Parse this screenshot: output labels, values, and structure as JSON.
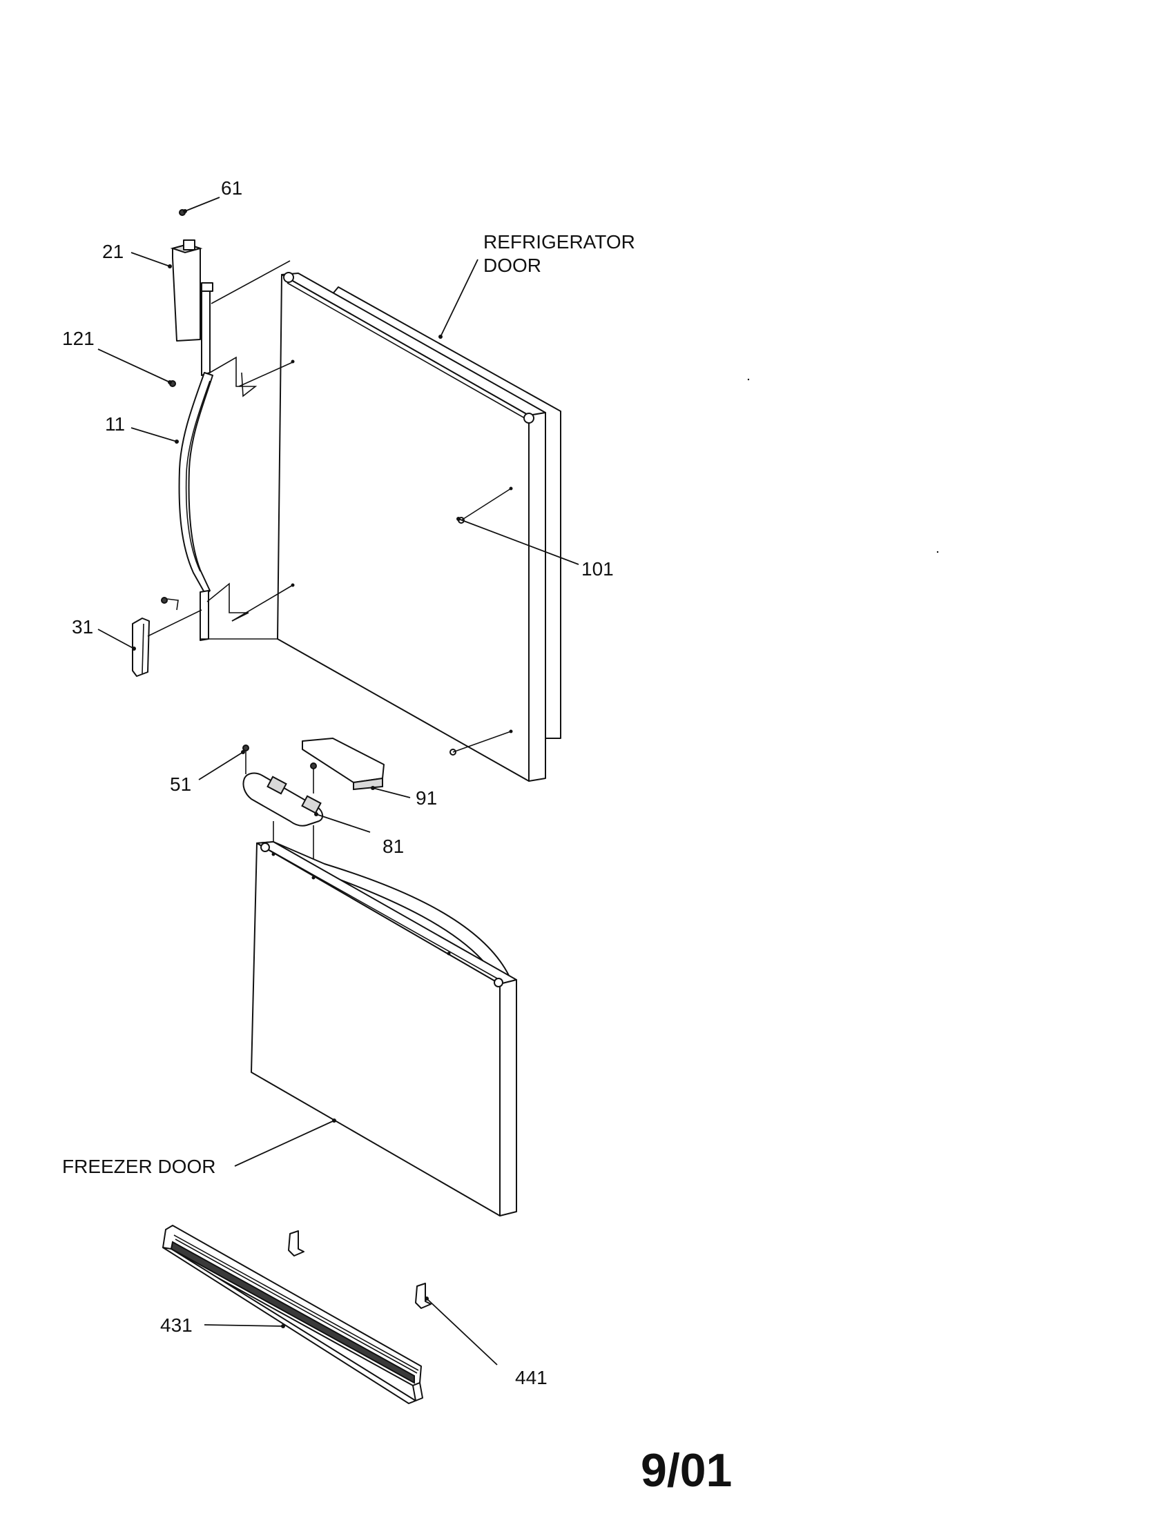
{
  "labels": {
    "p61": "61",
    "p21": "21",
    "p121": "121",
    "p11": "11",
    "p31": "31",
    "p101": "101",
    "p51": "51",
    "p91": "91",
    "p81": "81",
    "p431": "431",
    "p441": "441",
    "refrigerator_door_line1": "REFRIGERATOR",
    "refrigerator_door_line2": "DOOR",
    "freezer_door": "FREEZER DOOR"
  },
  "date_code": "9/01"
}
